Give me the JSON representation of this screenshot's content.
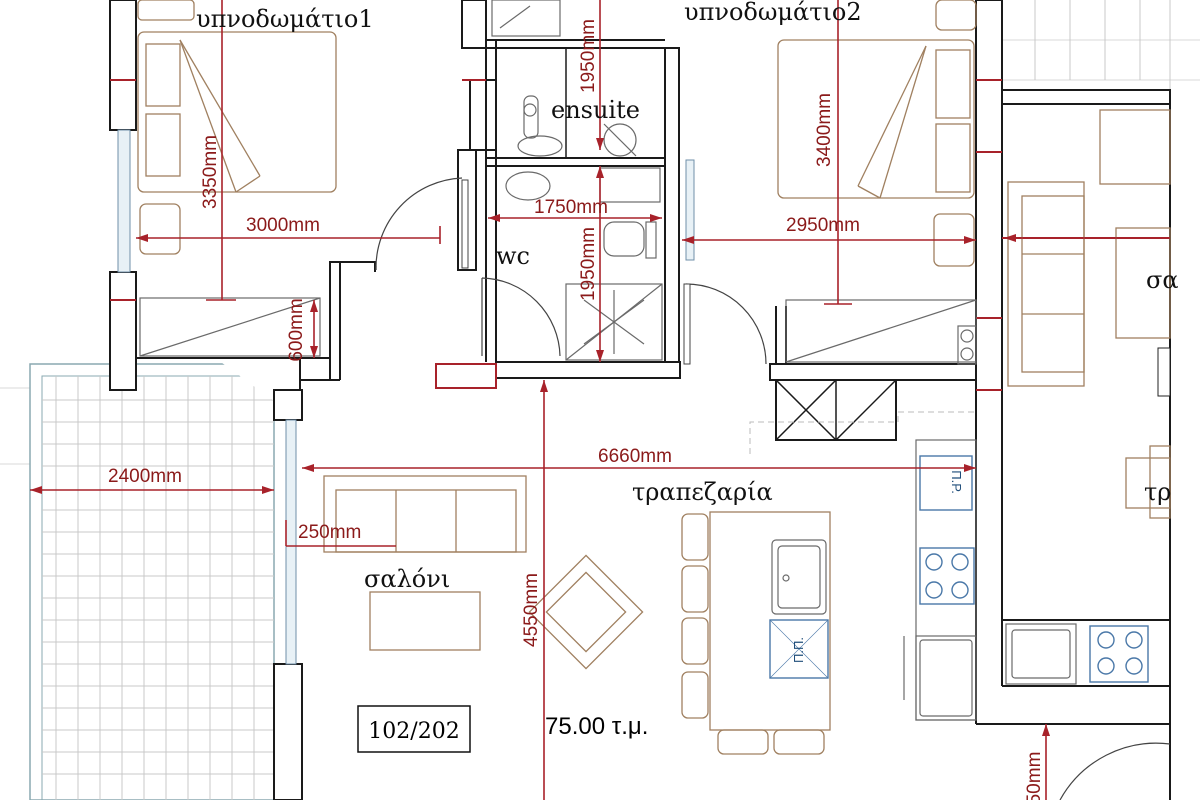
{
  "rooms": {
    "bedroom1": "υπνοδωμάτιο1",
    "bedroom2": "υπνοδωμάτιο2",
    "ensuite": "ensuite",
    "wc": "wc",
    "living": "σαλόνι",
    "dining": "τραπεζαρία",
    "living_cut": "σα",
    "dining_cut": "τρ"
  },
  "dimensions": {
    "d_3350": "3350mm",
    "d_3000": "3000mm",
    "d_600": "600mm",
    "d_1950_top": "1950mm",
    "d_1750": "1750mm",
    "d_1950_wc": "1950mm",
    "d_3400": "3400mm",
    "d_2950": "2950mm",
    "d_6660": "6660mm",
    "d_2400": "2400mm",
    "d_250": "250mm",
    "d_4550": "4550mm",
    "d_50_cut": "50mm"
  },
  "labels": {
    "unit_number": "102/202",
    "area": "75.00 τ.μ.",
    "appliance_fridge": "Π.Ρ.",
    "appliance_dishwasher": "Π.Π."
  },
  "colors": {
    "wall": "#1a1a1a",
    "dimension": "#8b1a1a",
    "furniture": "#a08060",
    "fixture": "#4a78a8"
  }
}
